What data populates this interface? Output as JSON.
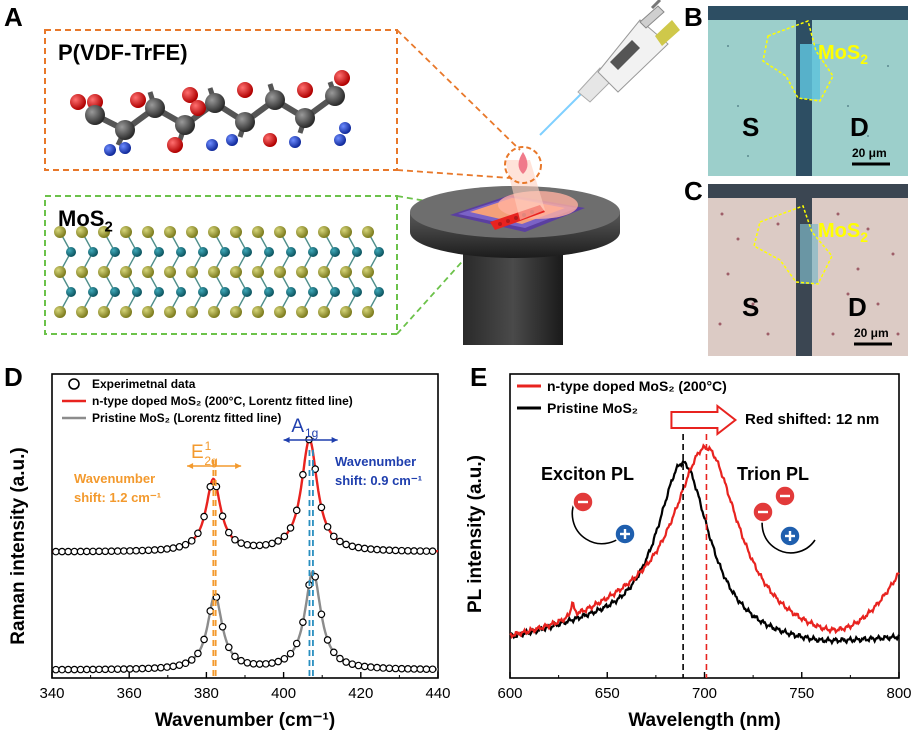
{
  "panels": {
    "A": {
      "letter": "A",
      "polymer_label": "P(VDF-TrFE)",
      "mos2_base": "MoS",
      "mos2_sub": "2"
    },
    "B": {
      "letter": "B",
      "mos2_base": "MoS",
      "mos2_sub": "2",
      "source": "S",
      "drain": "D",
      "scale": "20 μm"
    },
    "C": {
      "letter": "C",
      "mos2_base": "MoS",
      "mos2_sub": "2",
      "source": "S",
      "drain": "D",
      "scale": "20 μm"
    },
    "D": {
      "letter": "D"
    },
    "E": {
      "letter": "E"
    }
  },
  "colors": {
    "red": "#e8231f",
    "black": "#000000",
    "gray": "#8c8c8c",
    "orange": "#f39a2e",
    "blue": "#1f3fae",
    "teal": "#2a8fc0",
    "polymer_box": "#e8782a",
    "mos2_box": "#6cc24a",
    "micrograph_yellow": "#ffff00"
  },
  "chart_data": [
    {
      "id": "D",
      "type": "line",
      "xlabel": "Wavenumber (cm⁻¹)",
      "ylabel": "Raman intensity (a.u.)",
      "xlim": [
        340,
        440
      ],
      "xticks": [
        "340",
        "360",
        "380",
        "400",
        "420",
        "440"
      ],
      "legend": {
        "placement": "top-left",
        "entries": [
          {
            "label": "Experimetnal data",
            "style": "open-circle"
          },
          {
            "label": "n-type doped MoS₂ (200°C, Lorentz fitted line)",
            "color": "#e8231f"
          },
          {
            "label": "Pristine MoS₂ (Lorentz fitted line)",
            "color": "#8c8c8c"
          }
        ]
      },
      "series": [
        {
          "name": "n-type doped MoS₂ (200°C, Lorentz fitted line)",
          "peaks": [
            381.8,
            406.7
          ],
          "color": "#e8231f"
        },
        {
          "name": "Pristine MoS₂ (Lorentz fitted line)",
          "peaks": [
            382.2,
            407.6
          ],
          "color": "#8c8c8c"
        }
      ],
      "annotations": {
        "e2g": "E",
        "e2g_sup": "1",
        "e2g_sub": "2g",
        "a1g": "A",
        "a1g_sub": "1g",
        "shift_e2g_line1": "Wavenumber",
        "shift_e2g_line2": "shift: 1.2 cm⁻¹",
        "shift_a1g_line1": "Wavenumber",
        "shift_a1g_line2": "shift: 0.9 cm⁻¹"
      }
    },
    {
      "id": "E",
      "type": "line",
      "xlabel": "Wavelength (nm)",
      "ylabel": "PL intensity (a.u.)",
      "xlim": [
        600,
        800
      ],
      "xticks": [
        "600",
        "650",
        "700",
        "750",
        "800"
      ],
      "legend": {
        "placement": "top-left",
        "entries": [
          {
            "label": "n-type doped MoS₂ (200°C)",
            "color": "#e8231f"
          },
          {
            "label": "Pristine MoS₂",
            "color": "#000000"
          }
        ]
      },
      "series": [
        {
          "name": "n-type doped MoS₂ (200°C)",
          "peak_nm": 701,
          "color": "#e8231f"
        },
        {
          "name": "Pristine MoS₂",
          "peak_nm": 689,
          "color": "#000000"
        }
      ],
      "annotations": {
        "red_shift": "Red shifted: 12 nm",
        "exciton": "Exciton PL",
        "trion": "Trion PL"
      }
    }
  ]
}
